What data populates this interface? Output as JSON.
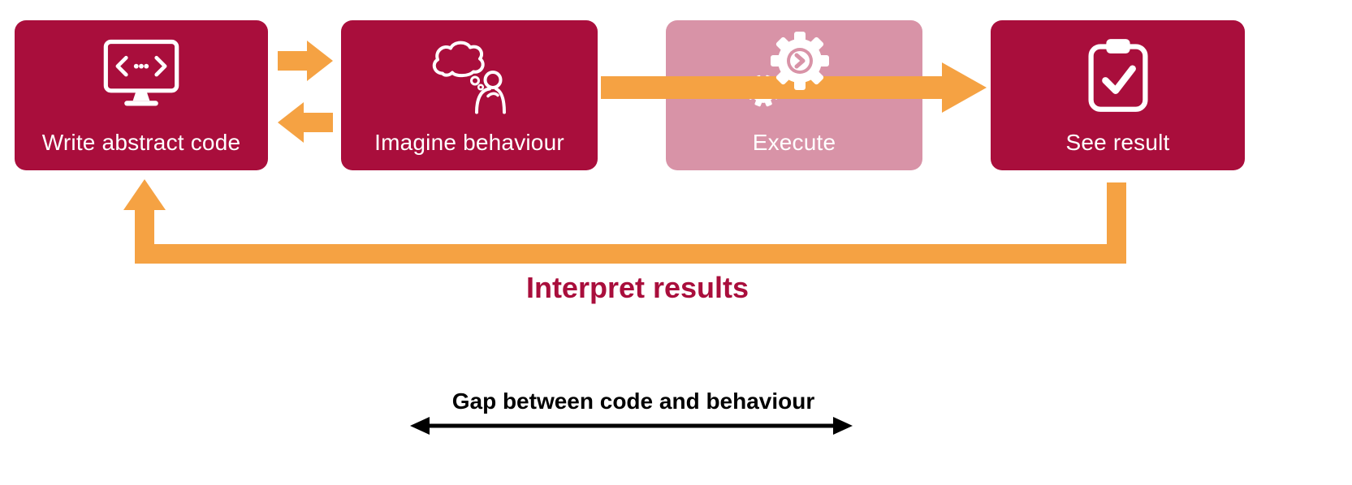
{
  "colors": {
    "box": "#A90E3C",
    "box_muted": "#D893A7",
    "arrow": "#F5A243",
    "gap_arrow": "#000000",
    "background": "#FFFFFF",
    "label_text": "#FFFFFF"
  },
  "boxes": [
    {
      "label": "Write abstract code",
      "icon": "monitor-code-icon"
    },
    {
      "label": "Imagine behaviour",
      "icon": "thought-bubble-person-icon"
    },
    {
      "label": "Execute",
      "icon": "gears-icon"
    },
    {
      "label": "See result",
      "icon": "clipboard-check-icon"
    }
  ],
  "loop": {
    "label": "Interpret results"
  },
  "gap": {
    "label": "Gap between code and behaviour"
  }
}
